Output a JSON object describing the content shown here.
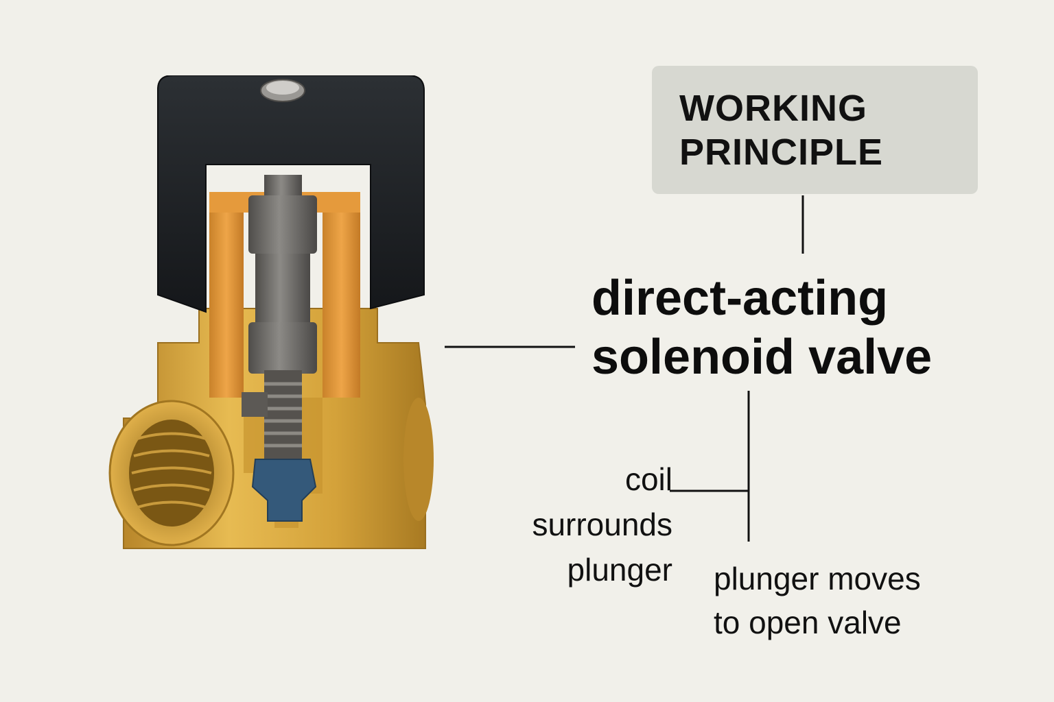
{
  "title": {
    "line1": "WORKING",
    "line2": "PRINCIPLE"
  },
  "main_label": {
    "line1": "direct-acting",
    "line2": "solenoid valve"
  },
  "callouts": {
    "coil": [
      "coil",
      "surrounds",
      "plunger"
    ],
    "plunger": [
      "plunger moves",
      "to open valve"
    ]
  },
  "colors": {
    "background": "#f1f0ea",
    "title_box": "#d7d8d1",
    "coil_housing": "#1e2124",
    "brass": "#d7a73a",
    "coil_winding": "#e39a3c",
    "plunger_steel": "#6f6d6a",
    "seal": "#34597a"
  },
  "icons": {
    "valve_illustration": "solenoid-valve-cutaway"
  }
}
